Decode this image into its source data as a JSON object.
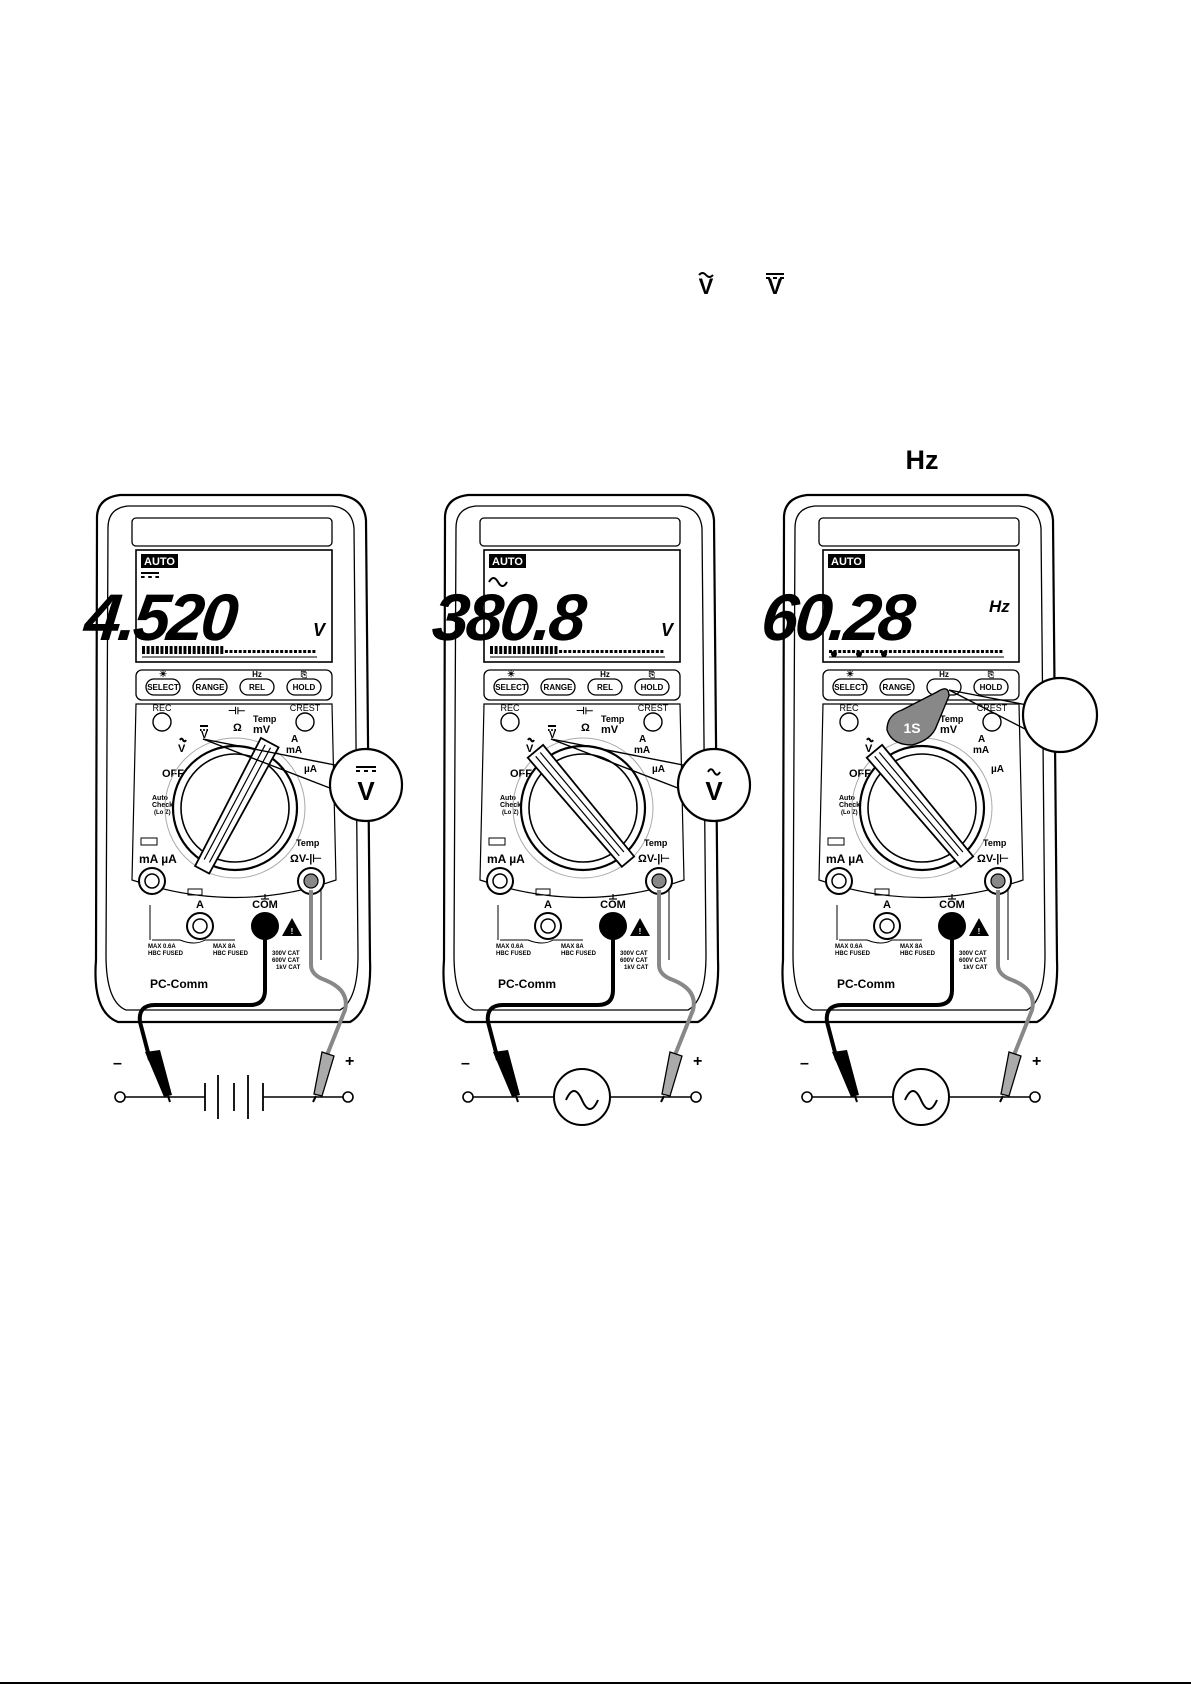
{
  "top_symbols": {
    "ac_v": "V",
    "dc_v": "V"
  },
  "hz_label": "Hz",
  "meters": [
    {
      "auto": "AUTO",
      "reading": "4.520",
      "unit": "V",
      "mode": "DC",
      "callout": "V",
      "callout_mode": "DC",
      "bar_fill": 0.45,
      "source": "battery",
      "pressed_label": ""
    },
    {
      "auto": "AUTO",
      "reading": "380.8",
      "unit": "V",
      "mode": "AC",
      "callout": "V",
      "callout_mode": "AC",
      "bar_fill": 0.38,
      "source": "ac",
      "pressed_label": ""
    },
    {
      "auto": "AUTO",
      "reading": "60.28",
      "unit": "Hz",
      "mode": "",
      "callout": "",
      "callout_mode": "",
      "bar_fill": 0.0,
      "source": "ac",
      "pressed_label": "1S"
    }
  ],
  "buttons": [
    "SELECT",
    "RANGE",
    "REL",
    "HOLD"
  ],
  "button_marks": [
    "☀",
    "Hz",
    "⎘"
  ],
  "dial": {
    "rec": "REC",
    "crest": "CREST",
    "off": "OFF",
    "auto_check": [
      "Auto",
      "Check",
      "(Lo Z)"
    ],
    "v": "V",
    "omega": "Ω",
    "temp": "Temp",
    "mv": "mV",
    "a": "A",
    "ma": "mA",
    "ua": "µA",
    "ma_ua": "mA µA",
    "ohm_v_cap": "ΩV-|⊢"
  },
  "jacks": {
    "a": "A",
    "com": "COM",
    "max_ma": [
      "MAX 0.6A",
      "HBC FUSED"
    ],
    "max_a": [
      "MAX 8A",
      "HBC FUSED"
    ],
    "cat": [
      "300V CAT",
      "600V CAT",
      "1kV CAT"
    ]
  },
  "brand": "PC-Comm",
  "polarity": {
    "minus": "–",
    "plus": "+"
  }
}
